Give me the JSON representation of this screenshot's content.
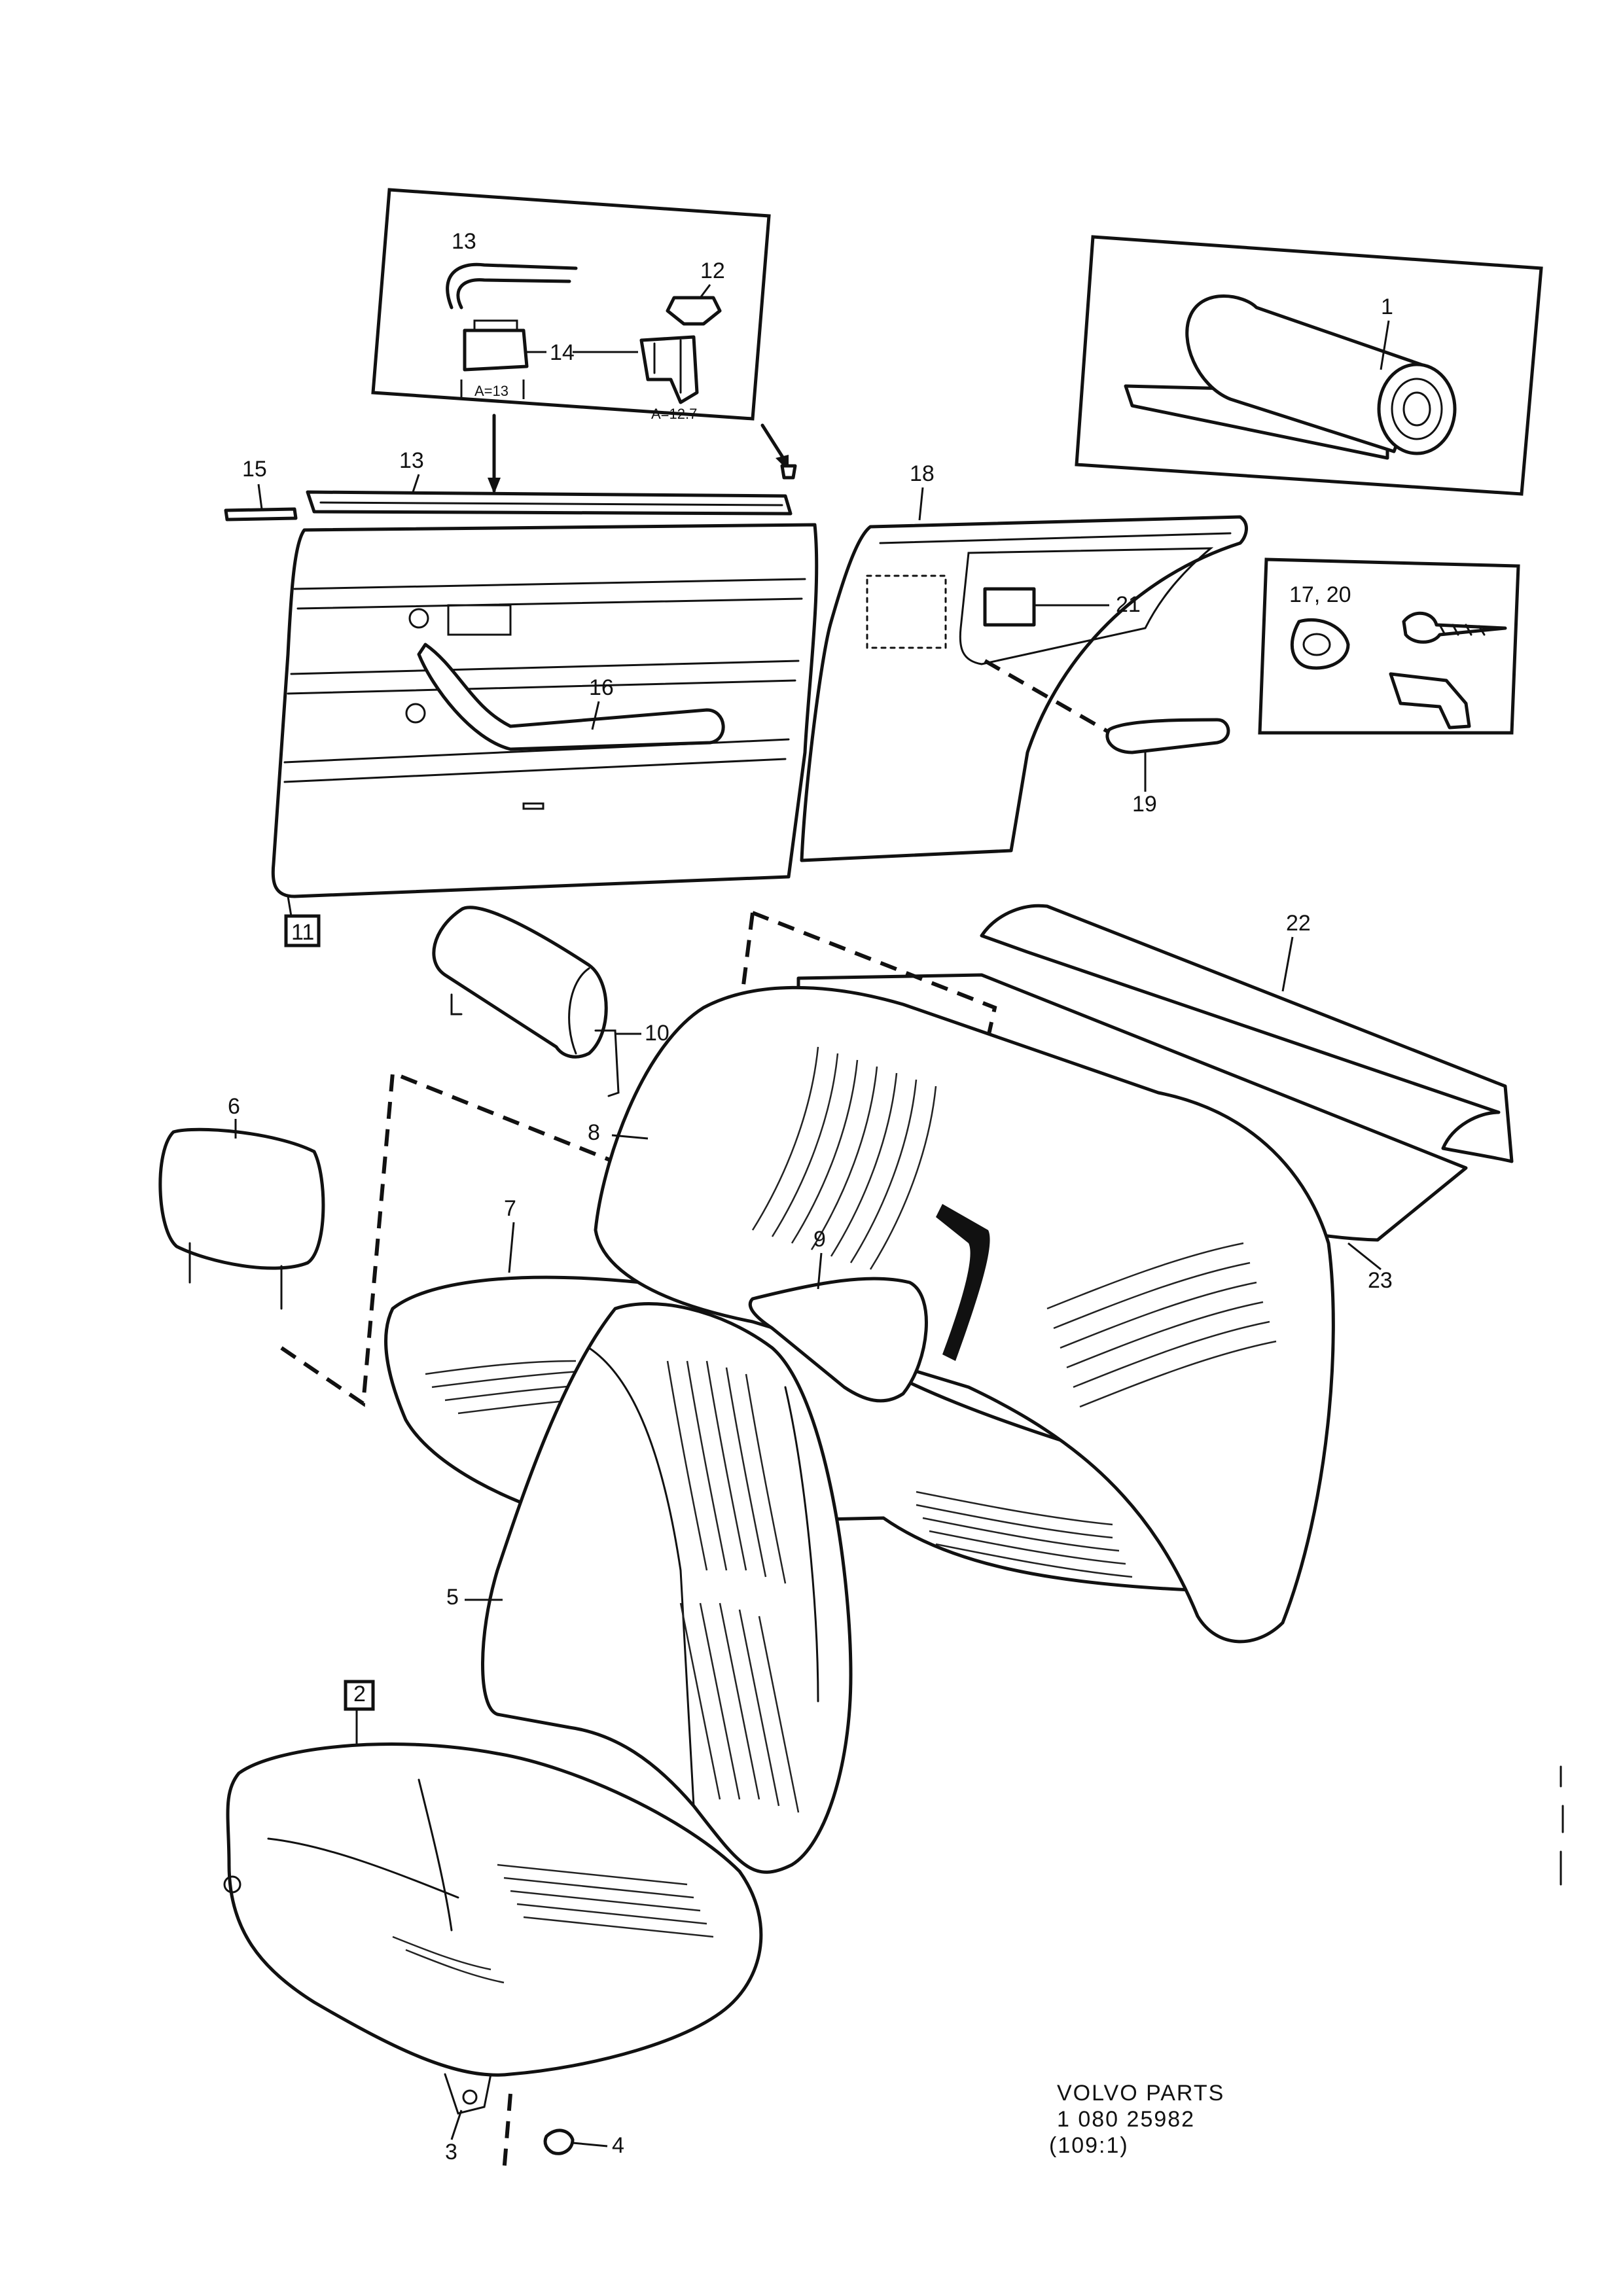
{
  "callouts": {
    "c1": "1",
    "c2": "2",
    "c3": "3",
    "c4": "4",
    "c5": "5",
    "c6": "6",
    "c7": "7",
    "c8": "8",
    "c9": "9",
    "c10": "10",
    "c11": "11",
    "c12": "12",
    "c13_inset": "13",
    "c13": "13",
    "c14": "14",
    "c15": "15",
    "c16": "16",
    "c17_20": "17, 20",
    "c18": "18",
    "c19": "19",
    "c21": "21",
    "c22": "22",
    "c23": "23"
  },
  "dimensions": {
    "a13": "A=13",
    "a127": "A=12.7"
  },
  "stamp": {
    "line1": "VOLVO  PARTS",
    "line2": "1  080   25982",
    "line3": "(109:1)"
  },
  "style": {
    "ink": "#111111",
    "paper": "#ffffff"
  }
}
